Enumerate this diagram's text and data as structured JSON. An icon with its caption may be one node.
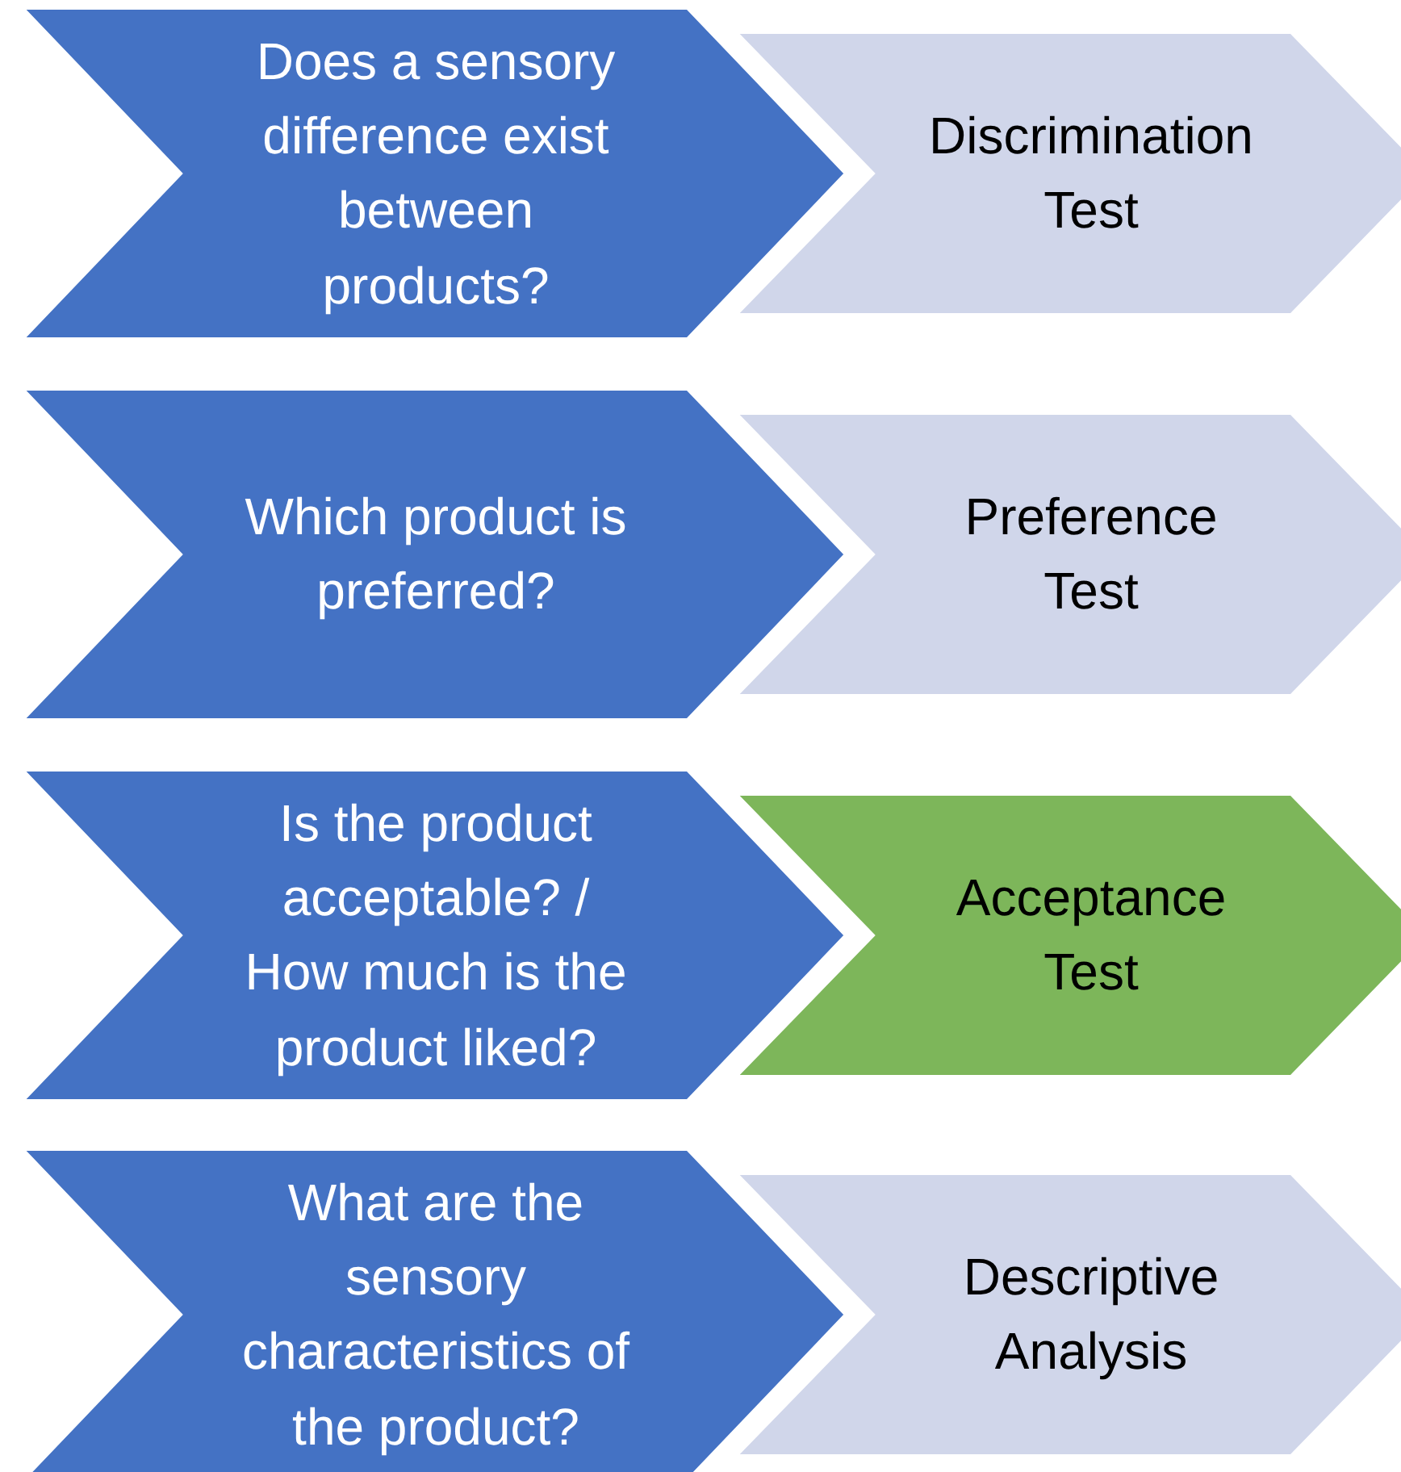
{
  "diagram": {
    "nodes": [
      {
        "text": [
          "Does a sensory difference exist between products?"
        ]
      },
      {
        "text": [
          "Discrimination Test"
        ]
      },
      {
        "text": [
          "Which product is preferred?"
        ]
      },
      {
        "text": [
          "Preference Test"
        ]
      },
      {
        "text": [
          "Is the product acceptable? / How much is the product liked?"
        ]
      },
      {
        "text": [
          "Acceptance Test"
        ]
      },
      {
        "text": [
          "What are the sensory characteristics of the product?"
        ]
      },
      {
        "text": [
          "Descriptive Analysis"
        ]
      }
    ]
  }
}
